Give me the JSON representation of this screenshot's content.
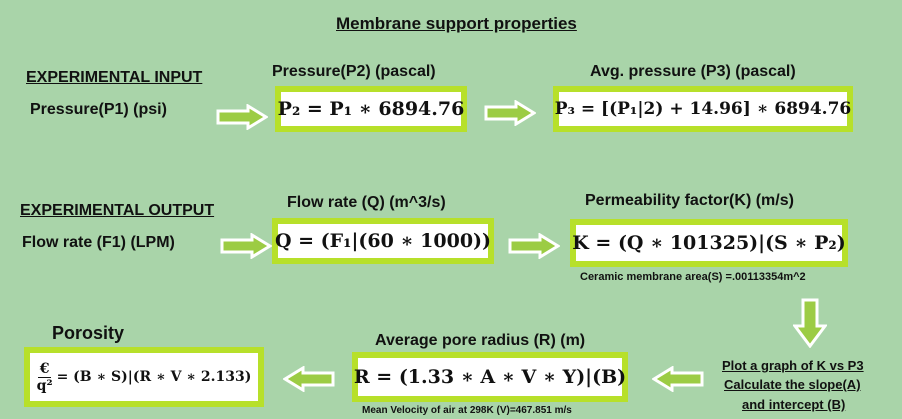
{
  "title": "Membrane support properties",
  "experimental_input": {
    "heading": "EXPERIMENTAL INPUT",
    "input_label": "Pressure(P1) (psi)",
    "p2_label": "Pressure(P2) (pascal)",
    "p2_formula": "P₂ = P₁ ∗ 6894.76",
    "p3_label": "Avg. pressure (P3) (pascal)",
    "p3_formula": "P₃ = [(P₁|2) + 14.96] ∗ 6894.76"
  },
  "experimental_output": {
    "heading": "EXPERIMENTAL OUTPUT",
    "input_label": "Flow rate (F1) (LPM)",
    "q_label": "Flow rate (Q) (m^3/s)",
    "q_formula": "Q = (F₁|(60 ∗ 1000))",
    "k_label": "Permeability factor(K) (m/s)",
    "k_formula": "K = (Q ∗ 101325)|(S ∗ P₂)",
    "k_note": "Ceramic membrane area(S) =.00113354m^2"
  },
  "bottom": {
    "plot_lines": [
      "Plot a graph of K vs P3",
      "Calculate the slope(A)",
      "and intercept (B)"
    ],
    "r_label": "Average pore radius (R) (m)",
    "r_formula": "R = (1.33 ∗ A ∗ V ∗ Y)|(B)",
    "r_note": "Mean Velocity of air at 298K (V)=467.851 m/s",
    "porosity_label": "Porosity",
    "porosity_numerator": "€",
    "porosity_denominator": "q²",
    "porosity_rhs": "= (B ∗ S)|(R ∗ V ∗ 2.133)"
  },
  "colors": {
    "background": "#a9d4a9",
    "box_border": "#b7e02a",
    "arrow_fill": "#9ccc44",
    "arrow_outline": "#ffffff"
  }
}
